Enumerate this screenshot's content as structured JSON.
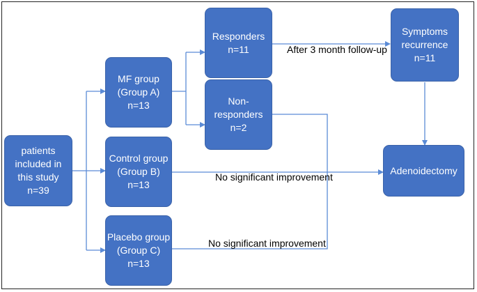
{
  "colors": {
    "box_fill": "#4472c4",
    "line": "#5b8bd6",
    "frame": "#222222"
  },
  "nodes": {
    "patients": {
      "lines": [
        "patients",
        "included in",
        "this study",
        "n=39"
      ]
    },
    "mf_group": {
      "lines": [
        "MF group",
        "(Group A)",
        "n=13"
      ]
    },
    "control_group": {
      "lines": [
        "Control group",
        "(Group B)",
        "n=13"
      ]
    },
    "placebo_group": {
      "lines": [
        "Placebo group",
        "(Group C)",
        "n=13"
      ]
    },
    "responders": {
      "lines": [
        "Responders",
        "n=11"
      ]
    },
    "non_responders": {
      "lines": [
        "Non-",
        "responders",
        "n=2"
      ]
    },
    "symptoms_recurrence": {
      "lines": [
        "Symptoms",
        "recurrence",
        "n=11"
      ]
    },
    "adenoidectomy": {
      "lines": [
        "Adenoidectomy"
      ]
    }
  },
  "edge_labels": {
    "followup": "After 3 month follow-up",
    "control_no_improvement": "No significant improvement",
    "placebo_no_improvement": "No significant improvement"
  }
}
